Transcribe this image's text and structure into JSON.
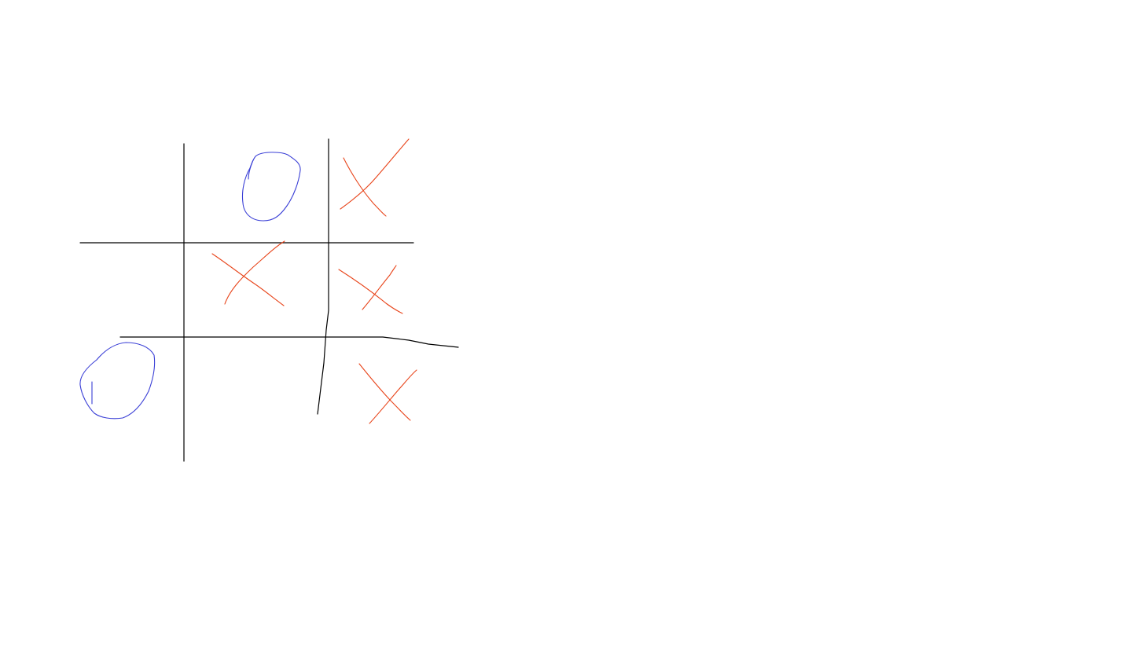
{
  "game": {
    "type": "tic-tac-toe",
    "board": [
      [
        "",
        "O",
        "X"
      ],
      [
        "",
        "X",
        "X"
      ],
      [
        "O",
        "",
        "X"
      ]
    ]
  },
  "colors": {
    "background": "#ffffff",
    "grid": "#000000",
    "x_mark": "#e8441a",
    "o_mark": "#3a3fd6"
  },
  "icons": {
    "x_mark": "cross-mark-icon",
    "o_mark": "circle-mark-icon"
  }
}
